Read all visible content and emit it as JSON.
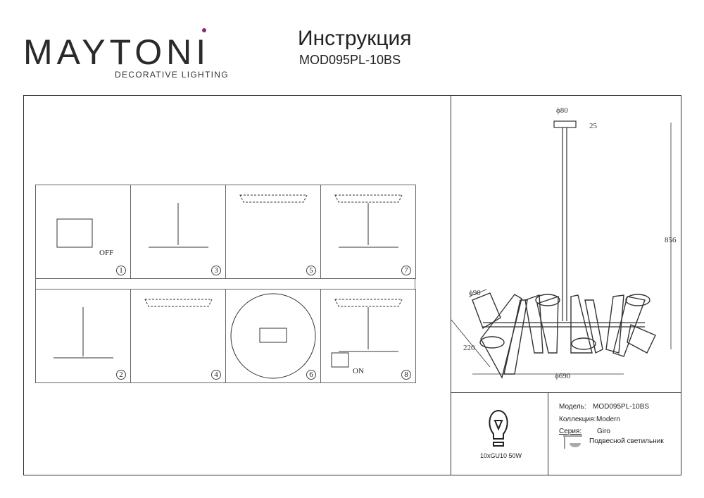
{
  "brand": {
    "name": "MAYTONI",
    "tagline": "DECORATIVE LIGHTING",
    "accent": "#8a2b6b"
  },
  "header": {
    "title": "Инструкция",
    "model": "MOD095PL-10BS"
  },
  "steps": [
    {
      "n": "1",
      "label": "OFF"
    },
    {
      "n": "3",
      "label": ""
    },
    {
      "n": "5",
      "label": ""
    },
    {
      "n": "7",
      "label": ""
    },
    {
      "n": "2",
      "label": ""
    },
    {
      "n": "4",
      "label": ""
    },
    {
      "n": "6",
      "label": ""
    },
    {
      "n": "8",
      "label": "ON"
    }
  ],
  "dimensions": {
    "canopy_d": "ϕ80",
    "canopy_h": "25",
    "height": "856",
    "shade_d": "ϕ90",
    "depth": "220",
    "width": "ϕ690"
  },
  "specs": {
    "bulb": "10xGU10 50W",
    "model_label": "Модель:",
    "model_value": "MOD095PL-10BS",
    "collection_label": "Коллекция:",
    "collection_value": "Modern",
    "series_label": "Серия:",
    "series_value": "Giro",
    "type": "Подвесной светильник"
  }
}
